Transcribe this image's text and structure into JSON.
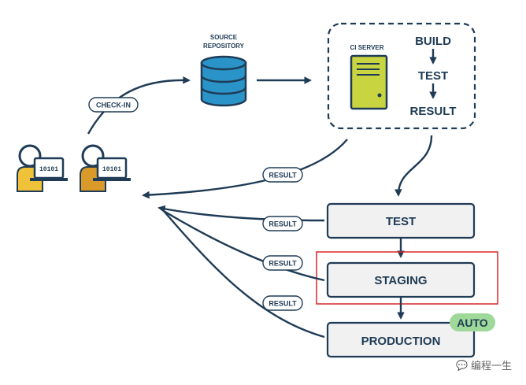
{
  "repository": {
    "line1": "SOURCE",
    "line2": "REPOSITORY"
  },
  "ci_server": {
    "label": "CI SERVER",
    "steps": [
      "BUILD",
      "TEST",
      "RESULT"
    ]
  },
  "pills": {
    "checkin": "CHECK-IN",
    "result_ci": "RESULT",
    "result_test": "RESULT",
    "result_staging": "RESULT",
    "result_production": "RESULT"
  },
  "developers": [
    {
      "screen_text": "10101"
    },
    {
      "screen_text": "10101"
    }
  ],
  "stages": {
    "test": "TEST",
    "staging": "STAGING",
    "production": "PRODUCTION"
  },
  "auto_badge": "AUTO",
  "watermark": "编程一生",
  "colors": {
    "navy": "#1f3b55",
    "database_blue": "#2a93c7",
    "ci_green": "#c8d440",
    "person_yellow": "#f0c23a",
    "person_orange": "#d99a2a",
    "auto_green": "#9ed99a",
    "highlight_red": "#d9262a",
    "stage_fill": "#f1f1f1"
  }
}
